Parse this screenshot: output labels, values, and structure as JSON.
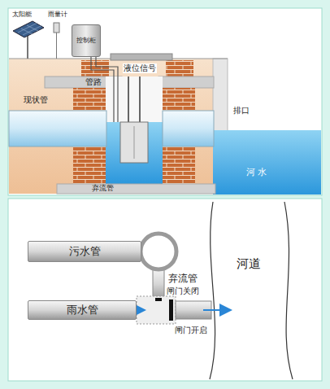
{
  "diagram": {
    "nodes": [
      {
        "text": [
          "控制柜"
        ]
      },
      {
        "text": [
          "污水管"
        ]
      },
      {
        "text": [
          "雨水管"
        ]
      }
    ],
    "labels": [
      "太阳能",
      "雨量计",
      "液位信号",
      "管路",
      "现状管",
      "排口",
      "河 水",
      "弃流管",
      "弃流管",
      "河道",
      "闸门关闭",
      "闸门开启"
    ]
  }
}
